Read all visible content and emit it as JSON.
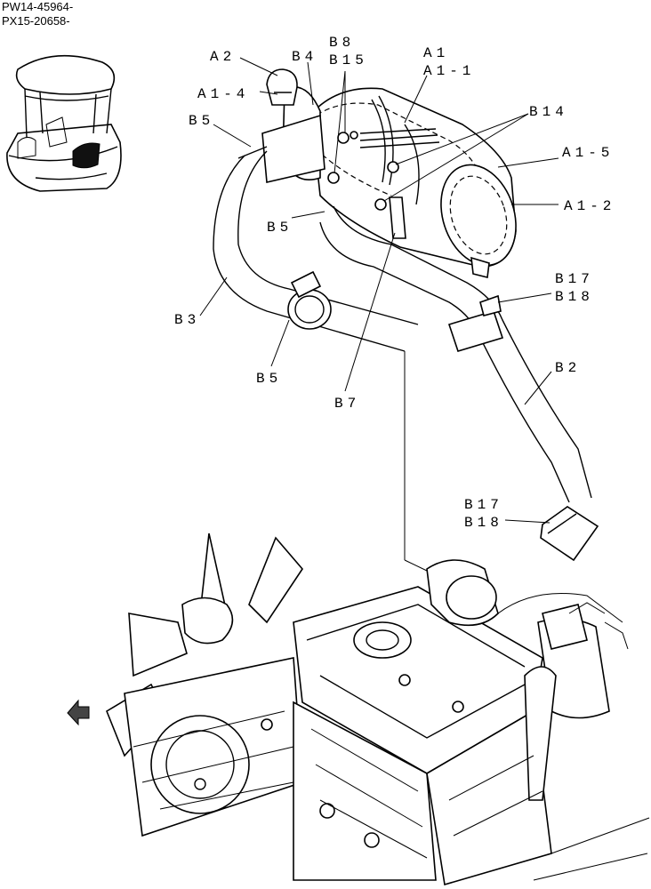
{
  "serials": [
    "PW14-45964-",
    "PX15-20658-"
  ],
  "callouts": {
    "a2": "A2",
    "a1_4": "A1-4",
    "b4": "B4",
    "b8": "B8",
    "b15": "B15",
    "a1": "A1",
    "a1_1": "A1-1",
    "b14": "B14",
    "b5_top": "B5",
    "a1_5": "A1-5",
    "b5_mid": "B5",
    "a1_2": "A1-2",
    "b17_top": "B17",
    "b18_top": "B18",
    "b3": "B3",
    "b2": "B2",
    "b5_low": "B5",
    "b7": "B7",
    "b17_bottom": "B17",
    "b18_bottom": "B18"
  }
}
